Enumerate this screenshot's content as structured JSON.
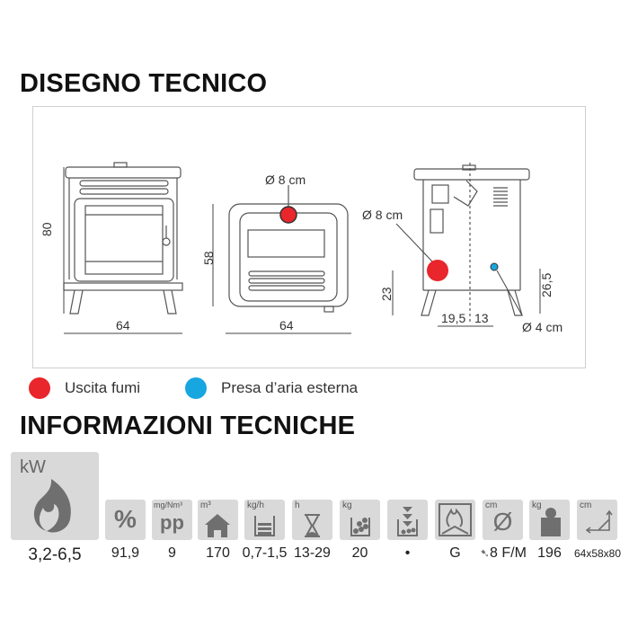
{
  "sections": {
    "drawing_title": "DISEGNO TECNICO",
    "info_title": "INFORMAZIONI TECNICHE"
  },
  "drawing": {
    "front": {
      "height": "80",
      "width": "64"
    },
    "top": {
      "flue_diameter": "Ø 8 cm",
      "depth": "58",
      "width": "64"
    },
    "side": {
      "flue_diameter": "Ø 8 cm",
      "flue_height": "23",
      "air_diameter": "Ø 4 cm",
      "air_height": "26,5",
      "flue_offset": "19,5",
      "air_offset": "13"
    }
  },
  "legend": [
    {
      "label": "Uscita fumi",
      "color": "#e8262b"
    },
    {
      "label": "Presa d’aria esterna",
      "color": "#17a6e0"
    }
  ],
  "specs": [
    {
      "icon": "flame-kw-icon",
      "unit": "kW",
      "value": "3,2-6,5"
    },
    {
      "icon": "percent-icon",
      "unit": "",
      "value": "91,9"
    },
    {
      "icon": "particulate-pp-icon",
      "unit": "mg/Nm³",
      "value": "9"
    },
    {
      "icon": "house-icon",
      "unit": "m³",
      "value": "170"
    },
    {
      "icon": "hopper-icon",
      "unit": "kg/h",
      "value": "0,7-1,5"
    },
    {
      "icon": "hourglass-icon",
      "unit": "h",
      "value": "13-29"
    },
    {
      "icon": "pellet-tank-icon",
      "unit": "kg",
      "value": "20"
    },
    {
      "icon": "auto-feed-icon",
      "unit": "",
      "value": "•"
    },
    {
      "icon": "fire-box-icon",
      "unit": "",
      "value": "G"
    },
    {
      "icon": "diameter-icon",
      "unit": "cm",
      "value": "8 F/M"
    },
    {
      "icon": "weight-icon",
      "unit": "kg",
      "value": "196"
    },
    {
      "icon": "dimensions-icon",
      "unit": "cm",
      "value": "64x58x80"
    }
  ],
  "colors": {
    "flue": "#e8262b",
    "air": "#17a6e0",
    "tile": "#d9d9d9",
    "icon": "#6f6f6f"
  }
}
